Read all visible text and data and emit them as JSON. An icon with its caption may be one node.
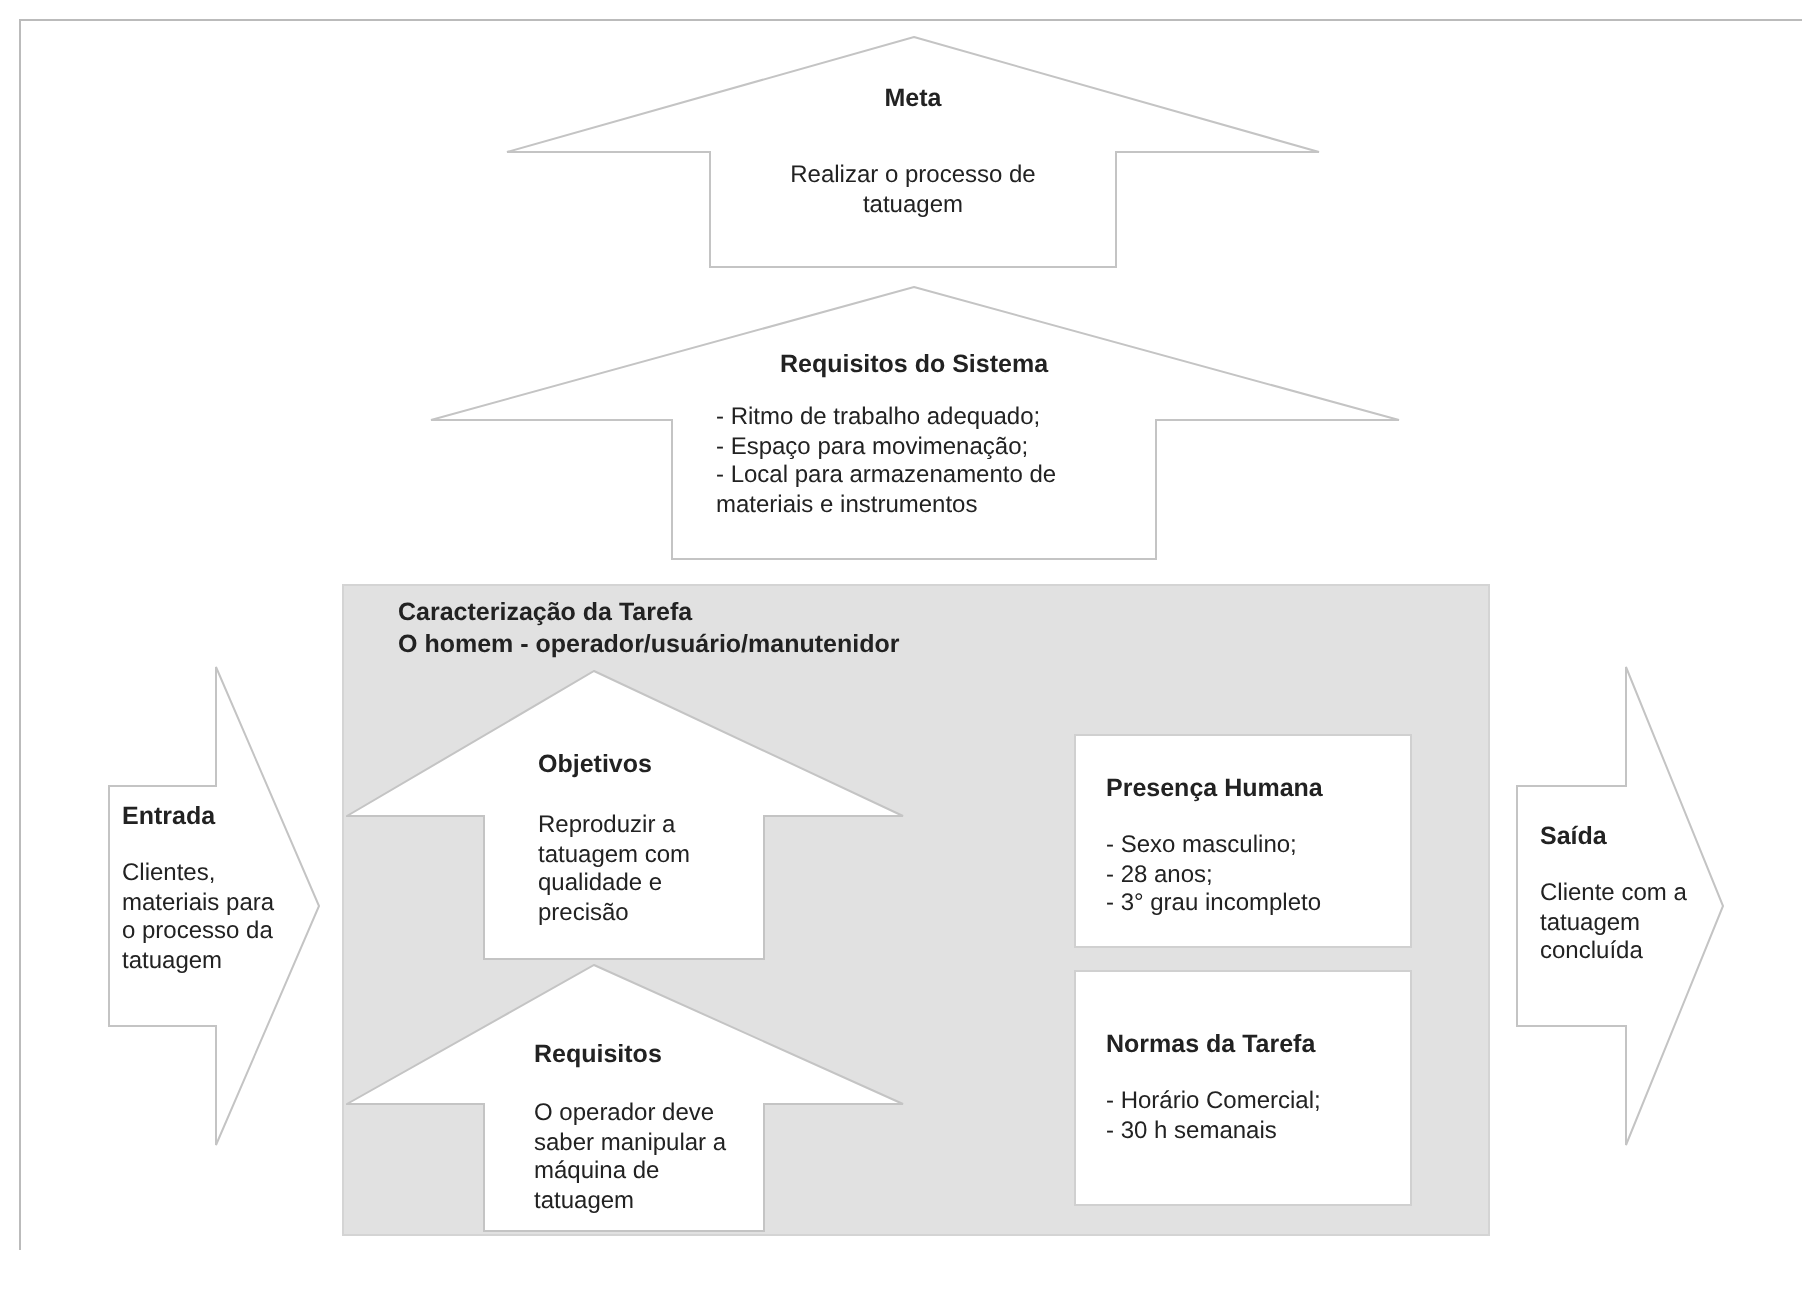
{
  "diagram": {
    "nodes": [
      {
        "text": [
          "Meta",
          "Realizar o processo de tatuagem"
        ]
      },
      {
        "text": [
          "Requisitos do Sistema",
          "- Ritmo de trabalho adequado; - Espaço para movimenação; - Local para armazenamento de materiais e instrumentos"
        ]
      },
      {
        "text": [
          "Entrada",
          "Clientes, materiais para o processo da tatuagem"
        ]
      },
      {
        "text": [
          "Caracterização da Tarefa",
          "O homem - operador/usuário/manutenidor"
        ]
      },
      {
        "text": [
          "Objetivos",
          "Reproduzir a tatuagem com qualidade e precisão"
        ],
        "in": 3
      },
      {
        "text": [
          "Requisitos",
          "O operador deve saber manipular a máquina de tatuagem"
        ],
        "in": 3
      },
      {
        "text": [
          "Presença Humana",
          "- Sexo masculino; - 28 anos; - 3° grau incompleto"
        ],
        "in": 3
      },
      {
        "text": [
          "Normas da Tarefa",
          "- Horário Comercial; - 30 h semanais"
        ],
        "in": 3
      },
      {
        "text": [
          "Saída",
          "Cliente com a tatuagem concluída"
        ]
      }
    ]
  }
}
